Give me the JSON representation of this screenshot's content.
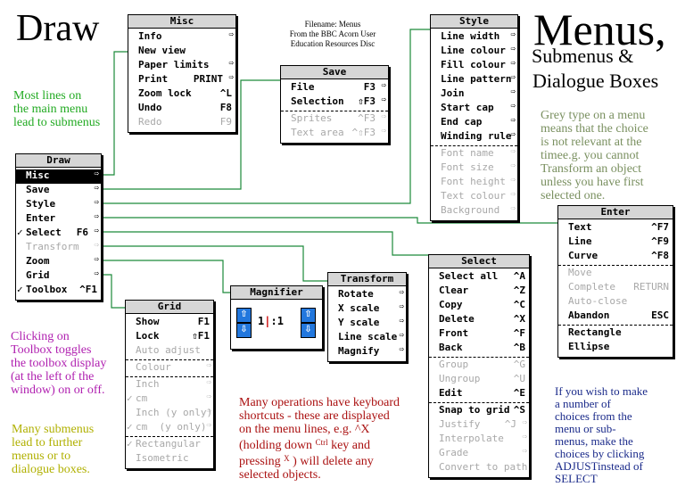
{
  "title_left": "Draw",
  "title_right": "Menus,",
  "title_right_sub1": "Submenus &",
  "title_right_sub2": "Dialogue Boxes",
  "filename_note": [
    "Filename: Menus",
    "From the BBC Acorn User",
    "Education Resources Disc"
  ],
  "notes": {
    "green_top": [
      "Most lines on",
      "the main menu",
      "lead to submenus"
    ],
    "purple": [
      "Clicking on",
      "Toolbox toggles",
      "the toolbox display",
      "(at the left of the",
      "window) on or off."
    ],
    "yellow_bottom": [
      "Many submenus",
      "lead to further",
      "menus or to",
      "dialogue boxes."
    ],
    "red_bottom": [
      "Many operations have keyboard",
      "shortcuts - these are displayed",
      "on the menu lines, e.g. ^X",
      "(holding down",
      "Ctrl",
      "key and",
      "pressing",
      "X",
      ") will delete any",
      "selected objects."
    ],
    "grey_right": [
      "Grey type on a menu",
      "means that the choice",
      "is not relevant at the",
      "time",
      "e.g. you cannot",
      "Transform an object",
      "unless you have first",
      "selected one."
    ],
    "blue_right": [
      "If you wish to make",
      "a number of",
      "choices from the",
      "menu or sub-",
      "menus, make the",
      "choices by clicking",
      "ADJUST",
      "instead of",
      "SELECT"
    ]
  },
  "menus": {
    "draw": {
      "title": "Draw",
      "items": [
        {
          "label": "Misc",
          "arrow": "⇨",
          "selected": true
        },
        {
          "label": "Save",
          "arrow": "⇨"
        },
        {
          "label": "Style",
          "arrow": "⇨"
        },
        {
          "label": "Enter",
          "arrow": "⇨"
        },
        {
          "label": "Select",
          "key": "F6",
          "arrow": "⇨",
          "tick": "✓"
        },
        {
          "label": "Transform",
          "arrow": "⇨",
          "grey": true
        },
        {
          "label": "Zoom",
          "arrow": "⇨"
        },
        {
          "label": "Grid",
          "arrow": "⇨"
        },
        {
          "label": "Toolbox",
          "key": "^F1",
          "tick": "✓"
        }
      ]
    },
    "misc": {
      "title": "Misc",
      "items": [
        {
          "label": "Info",
          "arrow": "⇨"
        },
        {
          "label": "New view"
        },
        {
          "label": "Paper limits",
          "arrow": "⇨"
        },
        {
          "label": "Print",
          "key": "PRINT",
          "arrow": "⇨"
        },
        {
          "label": "Zoom lock",
          "key": "^L"
        },
        {
          "label": "Undo",
          "key": "F8"
        },
        {
          "label": "Redo",
          "key": "F9",
          "grey": true
        }
      ]
    },
    "save": {
      "title": "Save",
      "items": [
        {
          "label": "File",
          "key": "F3",
          "arrow": "⇨"
        },
        {
          "label": "Selection",
          "key": "⇧F3",
          "arrow": "⇨"
        },
        {
          "sep": true
        },
        {
          "label": "Sprites",
          "key": "^F3",
          "arrow": "⇨",
          "grey": true
        },
        {
          "label": "Text area",
          "key": "^⇧F3",
          "arrow": "⇨",
          "grey": true
        }
      ]
    },
    "style": {
      "title": "Style",
      "items": [
        {
          "label": "Line width",
          "arrow": "⇨"
        },
        {
          "label": "Line colour",
          "arrow": "⇨"
        },
        {
          "label": "Fill colour",
          "arrow": "⇨"
        },
        {
          "label": "Line pattern",
          "arrow": "⇨"
        },
        {
          "label": "Join",
          "arrow": "⇨"
        },
        {
          "label": "Start cap",
          "arrow": "⇨"
        },
        {
          "label": "End cap",
          "arrow": "⇨"
        },
        {
          "label": "Winding rule",
          "arrow": "⇨"
        },
        {
          "sep": true
        },
        {
          "label": "Font name",
          "arrow": "⇨",
          "grey": true
        },
        {
          "label": "Font size",
          "arrow": "⇨",
          "grey": true
        },
        {
          "label": "Font height",
          "arrow": "⇨",
          "grey": true
        },
        {
          "label": "Text colour",
          "arrow": "⇨",
          "grey": true
        },
        {
          "label": "Background",
          "arrow": "⇨",
          "grey": true
        }
      ]
    },
    "enter": {
      "title": "Enter",
      "items": [
        {
          "label": "Text",
          "key": "^F7"
        },
        {
          "label": "Line",
          "key": "^F9"
        },
        {
          "label": "Curve",
          "key": "^F8"
        },
        {
          "sep": true
        },
        {
          "label": "Move",
          "grey": true
        },
        {
          "label": "Complete",
          "key": "RETURN",
          "grey": true
        },
        {
          "label": "Auto-close",
          "grey": true
        },
        {
          "label": "Abandon",
          "key": "ESC"
        },
        {
          "sep": true
        },
        {
          "label": "Rectangle"
        },
        {
          "label": "Ellipse"
        }
      ]
    },
    "select": {
      "title": "Select",
      "items": [
        {
          "label": "Select all",
          "key": "^A"
        },
        {
          "label": "Clear",
          "key": "^Z"
        },
        {
          "label": "Copy",
          "key": "^C"
        },
        {
          "label": "Delete",
          "key": "^X"
        },
        {
          "label": "Front",
          "key": "^F"
        },
        {
          "label": "Back",
          "key": "^B"
        },
        {
          "sep": true
        },
        {
          "label": "Group",
          "key": "^G",
          "grey": true
        },
        {
          "label": "Ungroup",
          "key": "^U",
          "grey": true
        },
        {
          "label": "Edit",
          "key": "^E"
        },
        {
          "sep": true
        },
        {
          "label": "Snap to grid",
          "key": "^S"
        },
        {
          "label": "Justify",
          "key": "^J",
          "arrow": "⇨",
          "grey": true
        },
        {
          "label": "Interpolate",
          "arrow": "⇨",
          "grey": true
        },
        {
          "label": "Grade",
          "arrow": "⇨",
          "grey": true
        },
        {
          "label": "Convert to path",
          "grey": true
        }
      ]
    },
    "transform": {
      "title": "Transform",
      "items": [
        {
          "label": "Rotate",
          "arrow": "⇨"
        },
        {
          "label": "X scale",
          "arrow": "⇨"
        },
        {
          "label": "Y scale",
          "arrow": "⇨"
        },
        {
          "label": "Line scale",
          "arrow": "⇨"
        },
        {
          "label": "Magnify",
          "arrow": "⇨"
        }
      ]
    },
    "grid": {
      "title": "Grid",
      "items": [
        {
          "label": "Show",
          "key": "F1"
        },
        {
          "label": "Lock",
          "key": "⇧F1"
        },
        {
          "label": "Auto adjust",
          "grey": true
        },
        {
          "sep": true
        },
        {
          "label": "Colour",
          "arrow": "⇨",
          "grey": true
        },
        {
          "sep": true
        },
        {
          "label": "Inch",
          "arrow": "⇨",
          "grey": true
        },
        {
          "label": "cm",
          "arrow": "⇨",
          "grey": true,
          "tick": "✓"
        },
        {
          "label": "Inch (y only)",
          "arrow": "⇨",
          "grey": true
        },
        {
          "label": "cm  (y only)",
          "arrow": "⇨",
          "grey": true,
          "tick": "✓"
        },
        {
          "sep": true
        },
        {
          "label": "Rectangular",
          "grey": true,
          "tick": "✓"
        },
        {
          "label": "Isometric",
          "grey": true
        }
      ]
    }
  },
  "magnifier": {
    "title": "Magnifier",
    "left_value": "1",
    "separator": ":",
    "right_value": "1"
  }
}
